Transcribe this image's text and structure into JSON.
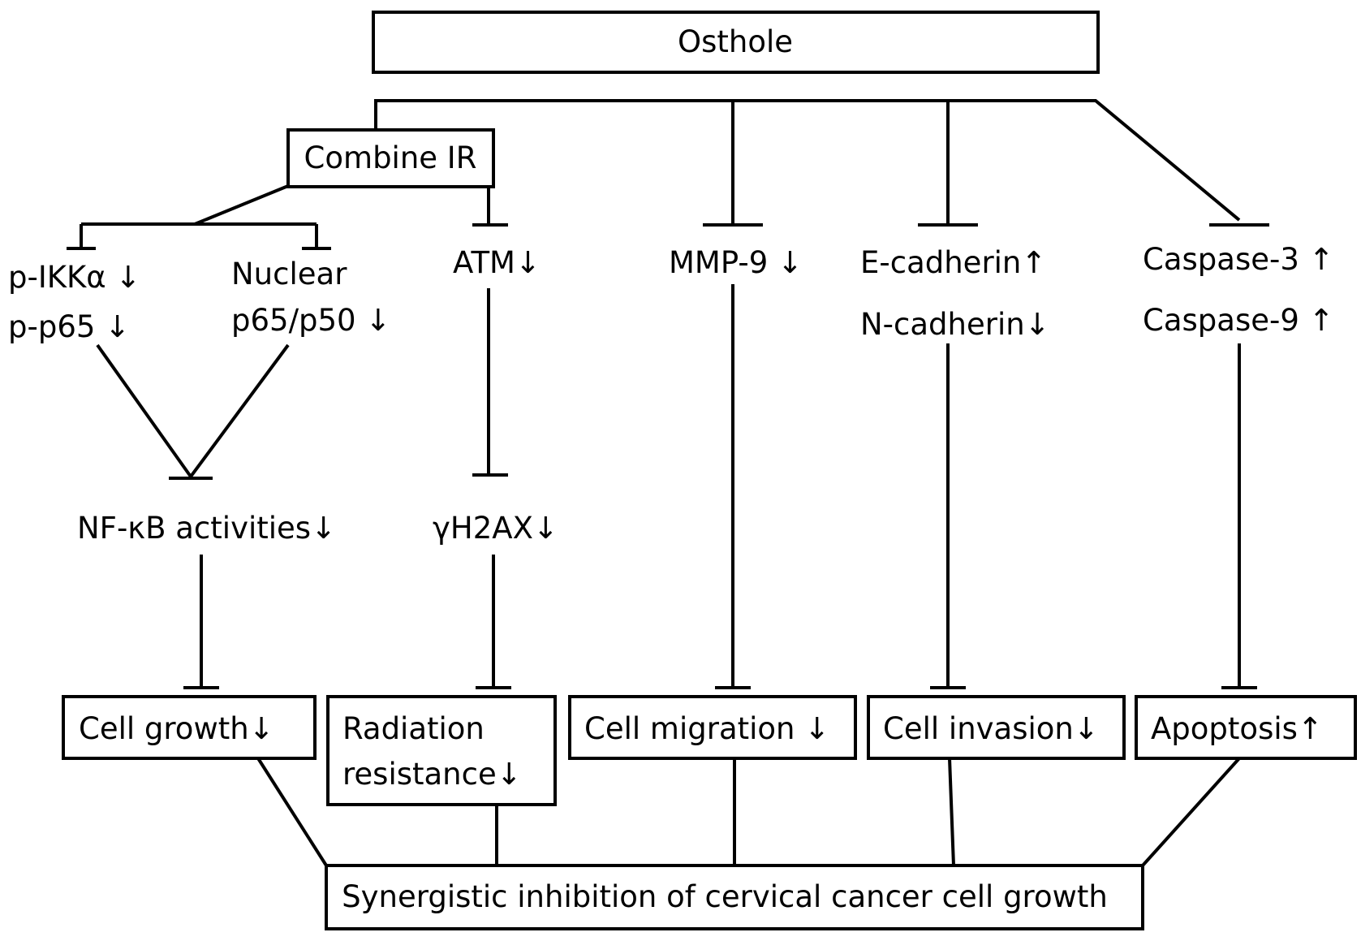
{
  "diagram": {
    "top": {
      "osthole": "Osthole",
      "combine_ir": "Combine IR"
    },
    "nodes": {
      "p_ikka": "p-IKKα ↓",
      "p_p65": "p-p65 ↓",
      "nuclear": "Nuclear",
      "p65_p50": "p65/p50 ↓",
      "nfkb": "NF-κB activities↓",
      "atm": "ATM↓",
      "gh2ax": "γH2AX↓",
      "mmp9": "MMP-9 ↓",
      "ecadherin": "E-cadherin↑",
      "ncadherin": "N-cadherin↓",
      "caspase3": "Caspase-3 ↑",
      "caspase9": "Caspase-9 ↑"
    },
    "outcomes": {
      "cell_growth": "Cell growth↓",
      "radiation_1": "Radiation",
      "radiation_2": "resistance↓",
      "cell_migration": "Cell migration ↓",
      "cell_invasion": "Cell invasion↓",
      "apoptosis": "Apoptosis↑"
    },
    "final": "Synergistic inhibition of cervical cancer cell growth"
  }
}
